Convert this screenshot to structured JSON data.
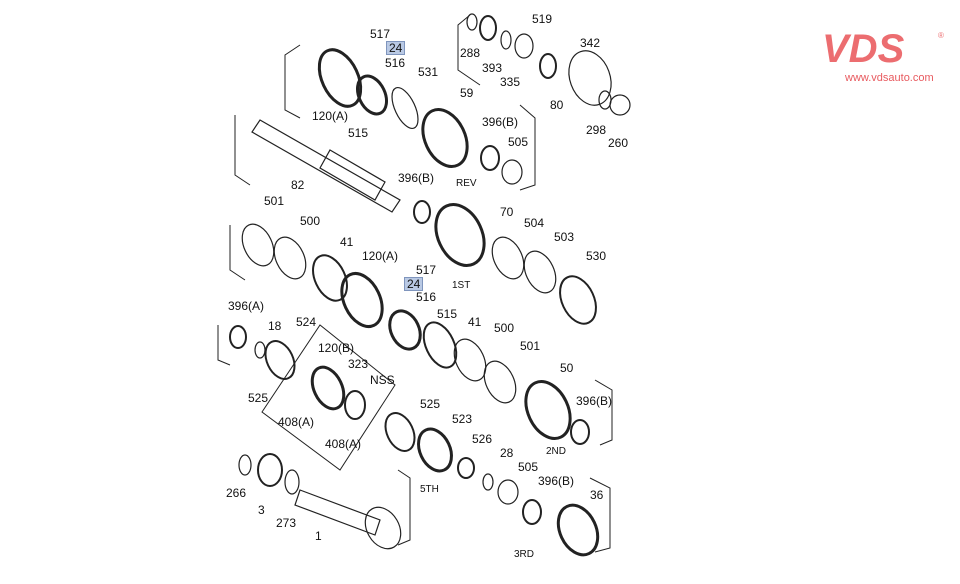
{
  "logo": {
    "brand": "VDS",
    "url_text": "www.vdsauto.com",
    "color": "#ec6d70"
  },
  "labels": [
    "517",
    "24",
    "516",
    "531",
    "120(A)",
    "515",
    "59",
    "396(B)",
    "505",
    "REV",
    "82",
    "396(B)",
    "288",
    "393",
    "519",
    "335",
    "342",
    "80",
    "298",
    "260",
    "501",
    "500",
    "41",
    "120(A)",
    "70",
    "504",
    "503",
    "530",
    "517",
    "24",
    "516",
    "1ST",
    "515",
    "41",
    "500",
    "501",
    "396(A)",
    "18",
    "524",
    "120(B)",
    "323",
    "NSS",
    "525",
    "408(A)",
    "408(A)",
    "525",
    "523",
    "526",
    "50",
    "396(B)",
    "2ND",
    "28",
    "505",
    "266",
    "3",
    "273",
    "5TH",
    "396(B)",
    "36",
    "1",
    "3RD"
  ]
}
